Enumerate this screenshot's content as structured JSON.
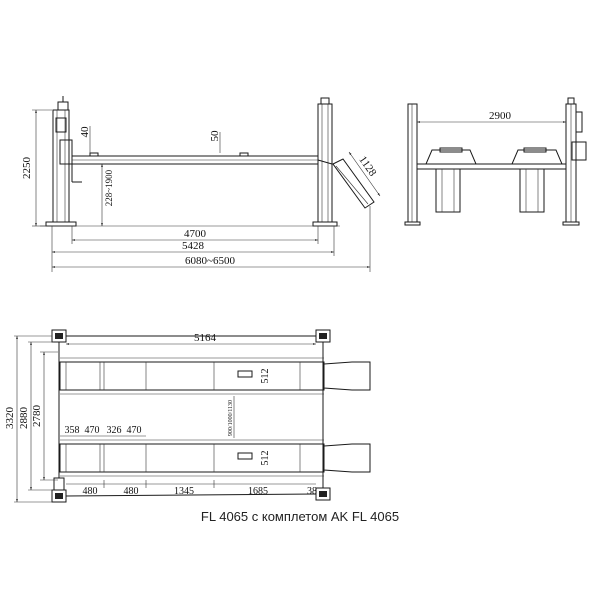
{
  "caption": "FL 4065 с комплетом AK FL 4065",
  "side_view": {
    "d_2250": "2250",
    "d_40": "40",
    "d_50": "50",
    "d_228_1900": "228~1900",
    "d_1128": "1128",
    "d_4700": "4700",
    "d_5428": "5428",
    "d_6080_6500": "6080~6500"
  },
  "front_view": {
    "d_2900": "2900"
  },
  "top_view": {
    "d_5164": "5164",
    "d_3320": "3320",
    "d_2880": "2880",
    "d_2780": "2780",
    "d_358": "358",
    "d_470a": "470",
    "d_326": "326",
    "d_470b": "470",
    "d_512a": "512",
    "d_512b": "512",
    "d_900_1000_1130": "900/1000/1130",
    "d_480a": "480",
    "d_480b": "480",
    "d_1345": "1345",
    "d_1685": "1685",
    "d_38": "38"
  }
}
